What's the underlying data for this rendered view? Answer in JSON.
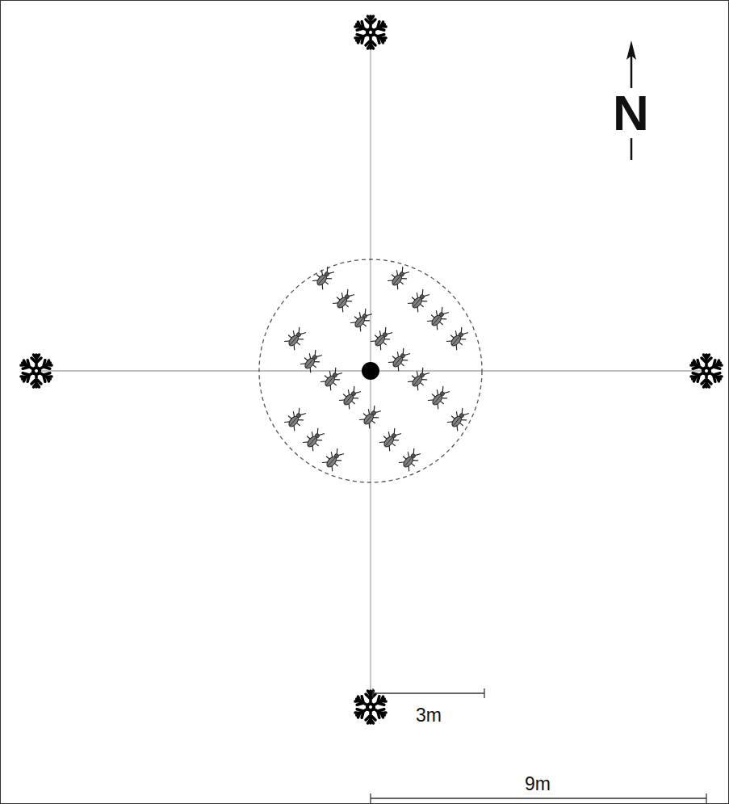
{
  "diagram": {
    "labels": [
      "N",
      "3m",
      "9m"
    ]
  }
}
